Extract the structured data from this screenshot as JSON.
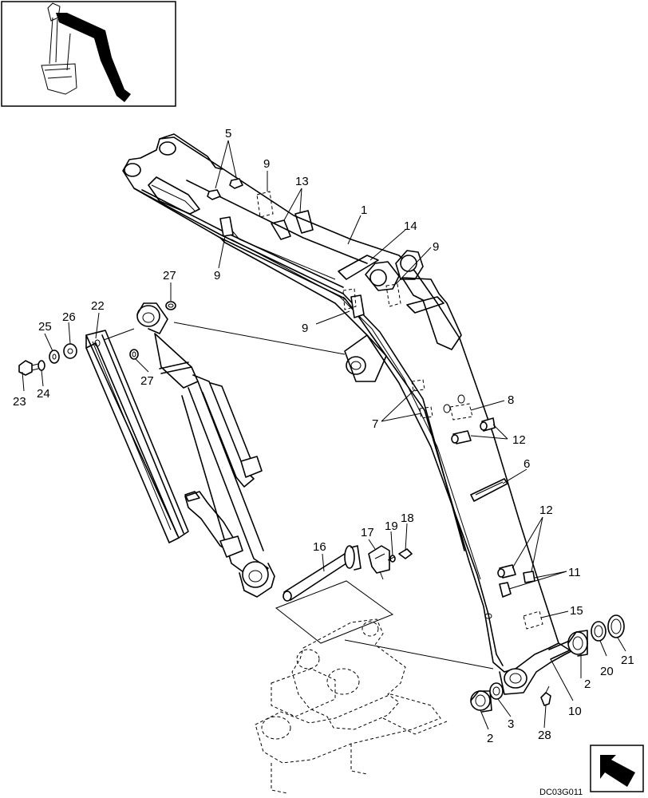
{
  "callouts": {
    "c1": "1",
    "c2a": "2",
    "c2b": "2",
    "c3": "3",
    "c5": "5",
    "c6": "6",
    "c7": "7",
    "c8": "8",
    "c9a": "9",
    "c9b": "9",
    "c9c": "9",
    "c9d": "9",
    "c10": "10",
    "c11": "11",
    "c12a": "12",
    "c12b": "12",
    "c13": "13",
    "c14": "14",
    "c15": "15",
    "c16": "16",
    "c17": "17",
    "c18": "18",
    "c19": "19",
    "c20": "20",
    "c21": "21",
    "c22": "22",
    "c23": "23",
    "c24": "24",
    "c25": "25",
    "c26": "26",
    "c27a": "27",
    "c27b": "27",
    "c28": "28"
  },
  "drawing_code": "DC03G011",
  "icons": {
    "locator": "excavator-locator-icon",
    "navigation": "next-page-arrow-icon"
  }
}
